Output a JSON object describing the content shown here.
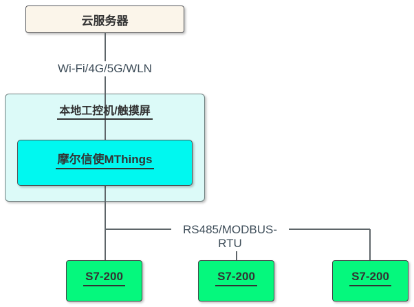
{
  "diagram": {
    "cloud_server": {
      "label": "云服务器"
    },
    "wifi_link_label": "Wi-Fi/4G/5G/WLN",
    "local_station": {
      "title": "本地工控机/触摸屏",
      "software_label": "摩尔信使MThings"
    },
    "bus_label": "RS485/MODBUS-RTU",
    "plc_nodes": [
      {
        "label": "S7-200"
      },
      {
        "label": "S7-200"
      },
      {
        "label": "S7-200"
      }
    ],
    "colors": {
      "cloud_fill": "#FBF5EA",
      "cloud_border": "#55565A",
      "station_fill": "#DCFAF8",
      "station_border": "#708080",
      "software_fill": "#00F8F0",
      "software_border": "#4E5456",
      "plc_fill": "#05F87D",
      "plc_border": "#44484A",
      "line": "#5E6569",
      "label_text": "#3E4D59",
      "node_text": "#333333"
    }
  }
}
